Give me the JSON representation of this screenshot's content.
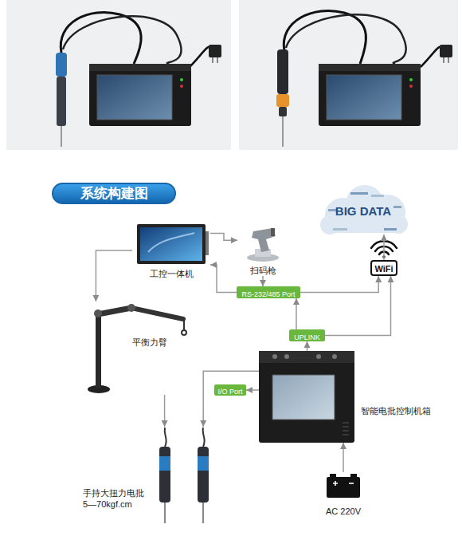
{
  "diagram": {
    "title": "系统构建图",
    "nodes": [
      {
        "text": [
          "BIG DATA"
        ]
      },
      {
        "text": [
          "WiFi"
        ]
      },
      {
        "text": [
          "工控一体机"
        ]
      },
      {
        "text": [
          "扫码枪"
        ]
      },
      {
        "text": [
          "RS-232/485 Port"
        ]
      },
      {
        "text": [
          "平衡力臂"
        ]
      },
      {
        "text": [
          "UPLINK"
        ]
      },
      {
        "text": [
          "I/O Port"
        ]
      },
      {
        "text": [
          "智能电批控制机箱"
        ]
      },
      {
        "text": [
          "手持大扭力电批",
          "5—70kgf.cm"
        ]
      },
      {
        "text": [
          "AC 220V"
        ]
      }
    ],
    "edges": [
      {
        "from": 2,
        "to": 3,
        "arrow": "to"
      },
      {
        "from": 3,
        "to": 4,
        "arrow": "to"
      },
      {
        "from": 4,
        "to": 2,
        "arrow": "to"
      },
      {
        "from": 4,
        "to": 1,
        "arrow": "to"
      },
      {
        "from": 8,
        "to": 6,
        "arrow": "to"
      },
      {
        "from": 6,
        "to": 4,
        "arrow": "to"
      },
      {
        "from": 6,
        "to": 1,
        "arrow": "to"
      },
      {
        "from": 1,
        "to": 0,
        "arrow": "to"
      },
      {
        "from": 8,
        "to": 7,
        "arrow": "to"
      },
      {
        "from": 8,
        "to": 9,
        "arrow": "to"
      },
      {
        "from": 10,
        "to": 8,
        "arrow": "to"
      },
      {
        "from": 2,
        "to": 5,
        "arrow": "to"
      },
      {
        "from": 5,
        "to": 9,
        "arrow": "to"
      }
    ]
  }
}
